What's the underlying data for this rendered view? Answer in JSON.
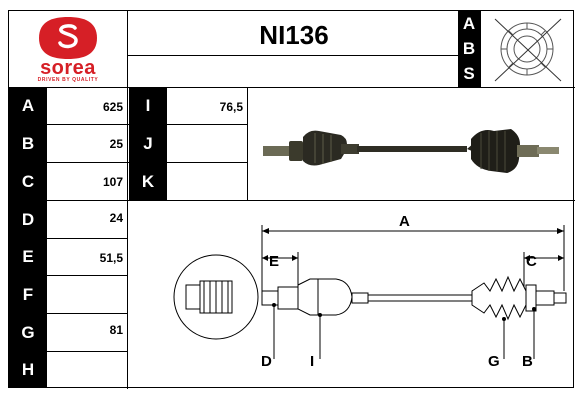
{
  "brand": {
    "name": "sorea",
    "tagline": "DRIVEN BY QUALITY",
    "color": "#d61f26"
  },
  "part_number": "NI136",
  "abs_letters": [
    "A",
    "B",
    "S"
  ],
  "specs_left": [
    {
      "label": "A",
      "value": "625"
    },
    {
      "label": "B",
      "value": "25"
    },
    {
      "label": "C",
      "value": "107"
    },
    {
      "label": "D",
      "value": "24"
    },
    {
      "label": "E",
      "value": "51,5"
    },
    {
      "label": "F",
      "value": ""
    },
    {
      "label": "G",
      "value": "81"
    },
    {
      "label": "H",
      "value": ""
    }
  ],
  "specs_right": [
    {
      "label": "I",
      "value": "76,5"
    },
    {
      "label": "J",
      "value": ""
    },
    {
      "label": "K",
      "value": ""
    }
  ],
  "diagram_labels": {
    "a": "A",
    "b": "B",
    "c": "C",
    "d": "D",
    "e": "E",
    "g": "G",
    "i": "I"
  }
}
